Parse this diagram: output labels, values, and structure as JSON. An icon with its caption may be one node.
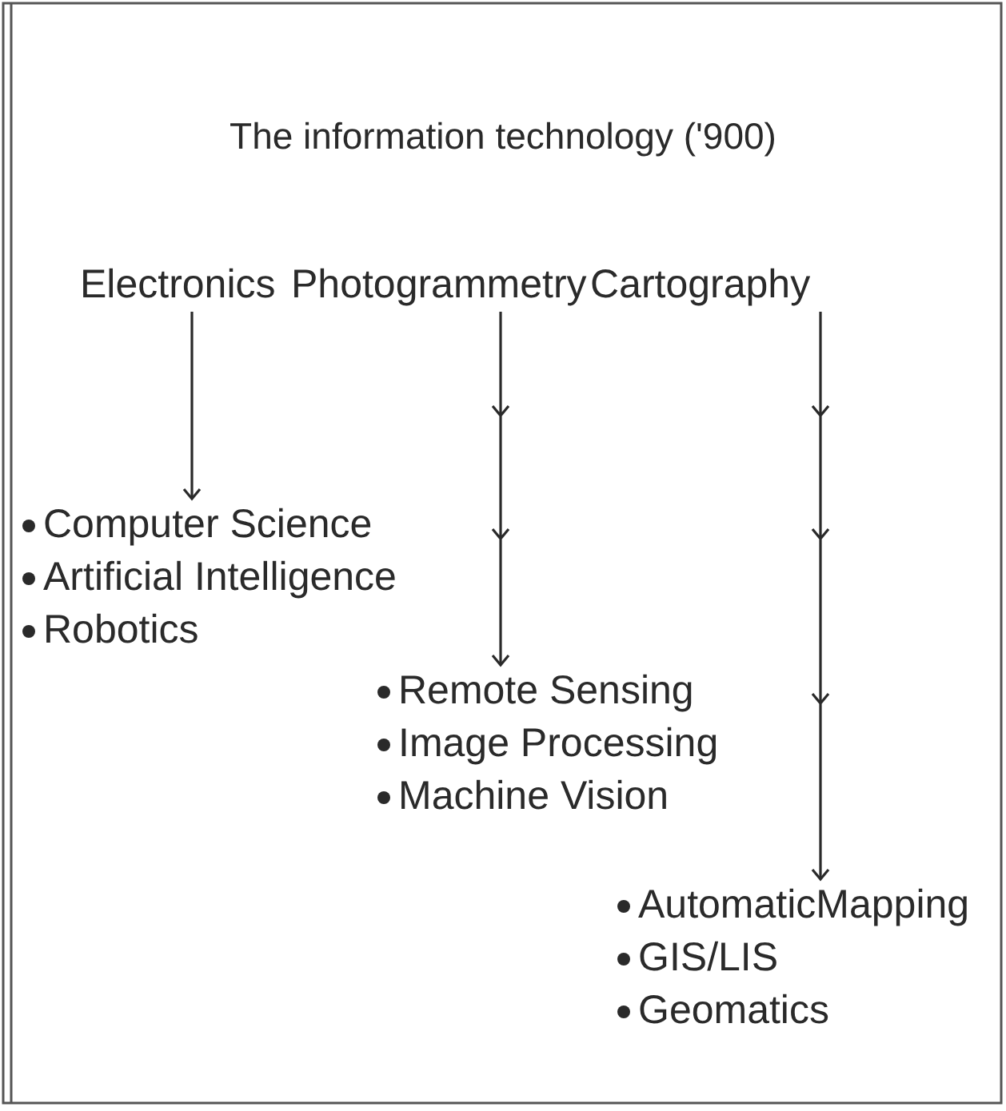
{
  "diagram": {
    "title": "The information technology ('900)",
    "nodes": [
      {
        "text": [
          "Electronics"
        ]
      },
      {
        "text": [
          "Photogrammetry"
        ]
      },
      {
        "text": [
          "Cartography"
        ]
      },
      {
        "text": [
          "Computer Science",
          "Artificial Intelligence",
          "Robotics"
        ]
      },
      {
        "text": [
          "Remote Sensing",
          "Image Processing",
          "Machine Vision"
        ]
      },
      {
        "text": [
          "AutomaticMapping",
          "GIS/LIS",
          "Geomatics"
        ]
      }
    ],
    "edges": [
      {
        "from": 0,
        "to": 3,
        "arrow": "to"
      },
      {
        "from": 1,
        "to": 4,
        "arrow": "to"
      },
      {
        "from": 2,
        "to": 5,
        "arrow": "to"
      }
    ]
  }
}
